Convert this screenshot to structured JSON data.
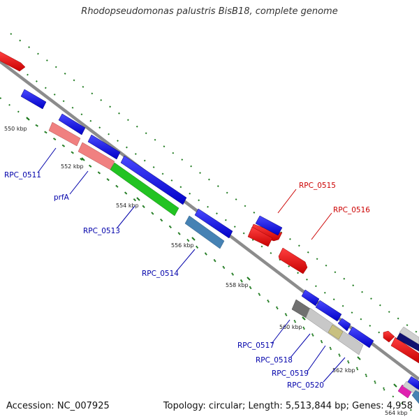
{
  "header": {
    "title": "Rhodopseudomonas palustris BisB18, complete genome"
  },
  "footer": {
    "accession": "Accession: NC_007925",
    "info": "Topology: circular; Length: 5,513,844 bp; Genes: 4,958"
  },
  "colors": {
    "backbone": "#8c8c8c",
    "tick": "#1e7a1e",
    "link_blue": "#0000aa",
    "link_red": "#cc0000"
  },
  "ticks": [
    {
      "label": "550 kbp"
    },
    {
      "label": "552 kbp"
    },
    {
      "label": "554 kbp"
    },
    {
      "label": "556 kbp"
    },
    {
      "label": "558 kbp"
    },
    {
      "label": "560 kbp"
    },
    {
      "label": "562 kbp"
    },
    {
      "label": "564 kbp"
    }
  ],
  "gene_labels": [
    {
      "text": "RPC_0511",
      "color": "#0000aa"
    },
    {
      "text": "prfA",
      "color": "#0000aa"
    },
    {
      "text": "RPC_0513",
      "color": "#0000aa"
    },
    {
      "text": "RPC_0514",
      "color": "#0000aa"
    },
    {
      "text": "RPC_0515",
      "color": "#cc0000"
    },
    {
      "text": "RPC_0516",
      "color": "#cc0000"
    },
    {
      "text": "RPC_0517",
      "color": "#0000aa"
    },
    {
      "text": "RPC_0518",
      "color": "#0000aa"
    },
    {
      "text": "RPC_0519",
      "color": "#0000aa"
    },
    {
      "text": "RPC_0520",
      "color": "#0000aa"
    }
  ]
}
